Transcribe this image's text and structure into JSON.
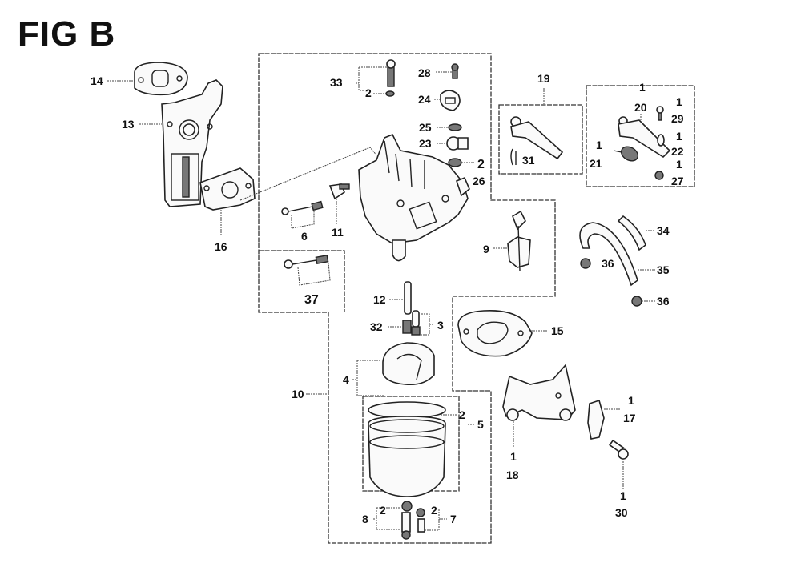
{
  "figure": {
    "title": "FIG B",
    "subject": "carburetor exploded parts diagram"
  },
  "labels": {
    "p14": "14",
    "p13": "13",
    "p16": "16",
    "p33": "33",
    "p33_2": "2",
    "p28": "28",
    "p24": "24",
    "p25": "25",
    "p23": "23",
    "p2_jet": "2",
    "p26": "26",
    "p6": "6",
    "p11": "11",
    "p37": "37",
    "p19": "19",
    "p31": "31",
    "p20_qty": "1",
    "p20": "20",
    "p29_qty": "1",
    "p29": "29",
    "p22_qty": "1",
    "p22": "22",
    "p21_qty": "1",
    "p21": "21",
    "p27_qty": "1",
    "p27": "27",
    "p9": "9",
    "p34": "34",
    "p35": "35",
    "p36a": "36",
    "p36b": "36",
    "p12": "12",
    "p32": "32",
    "p3": "3",
    "p15": "15",
    "p10": "10",
    "p4": "4",
    "p2_bowl": "2",
    "p5": "5",
    "p8": "8",
    "p8_2": "2",
    "p7": "7",
    "p7_2": "2",
    "p18_qty": "1",
    "p18": "18",
    "p17_qty": "1",
    "p17": "17",
    "p30_qty": "1",
    "p30": "30"
  }
}
